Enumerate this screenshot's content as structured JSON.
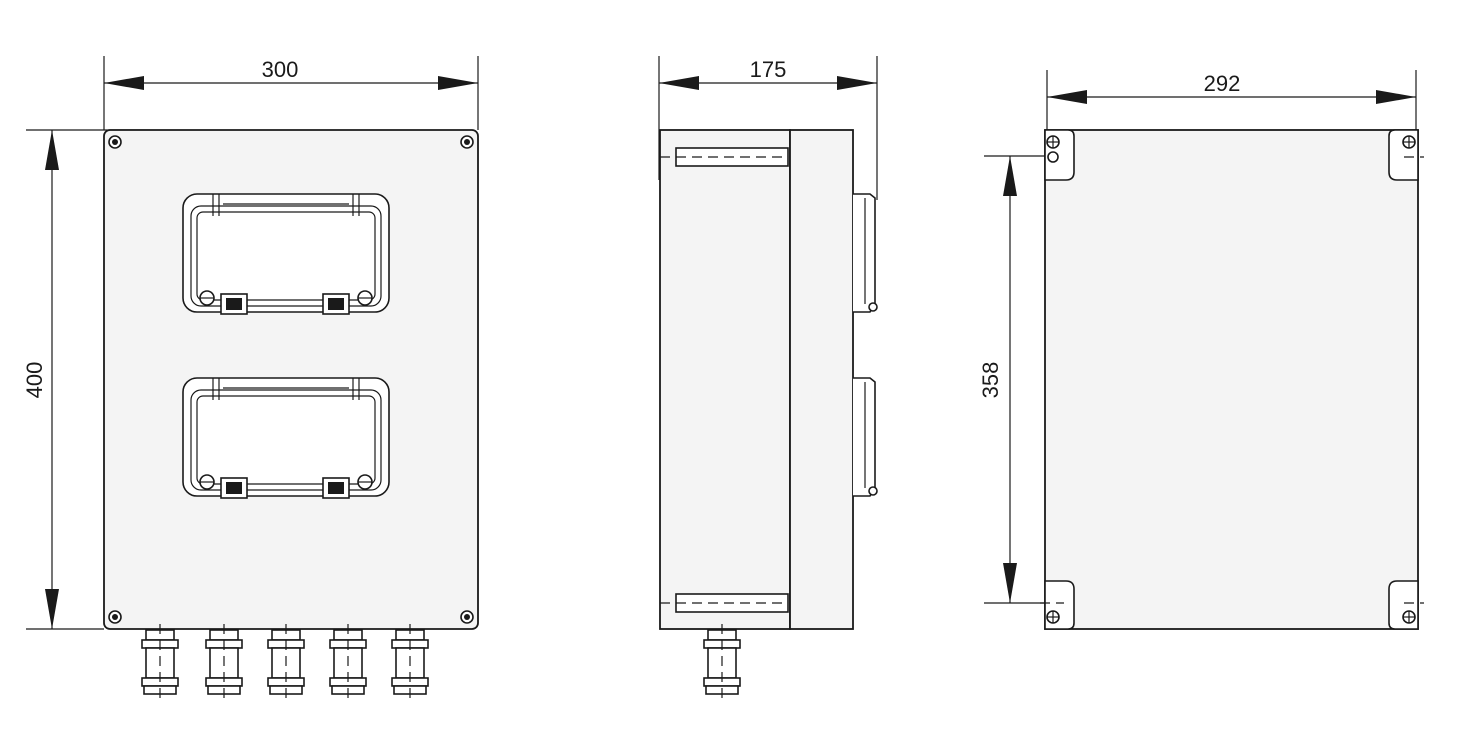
{
  "dimensions": {
    "front_width": "300",
    "front_height": "400",
    "side_depth": "175",
    "back_mounting_width": "292",
    "back_mounting_height": "358"
  }
}
